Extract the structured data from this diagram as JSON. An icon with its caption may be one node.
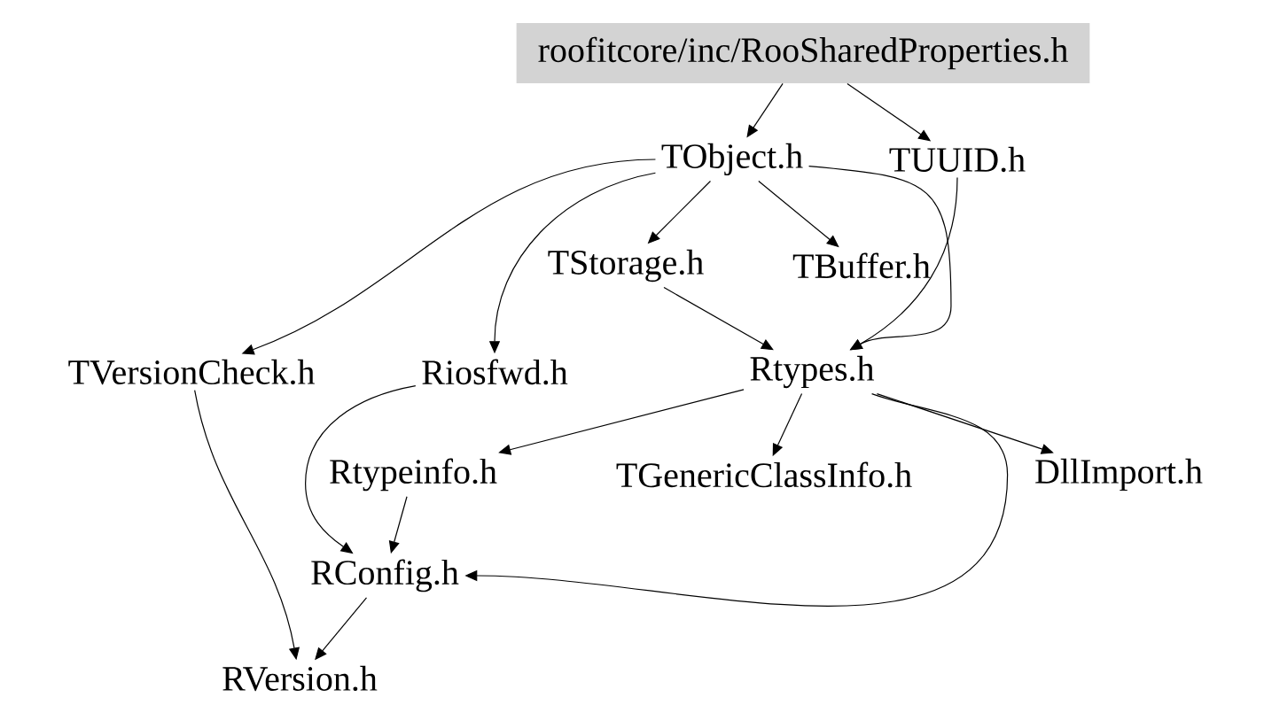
{
  "diagram": {
    "nodes": [
      {
        "text": [
          "roofitcore/inc/RooSharedProperties.h"
        ]
      },
      {
        "text": [
          "TObject.h"
        ]
      },
      {
        "text": [
          "TUUID.h"
        ]
      },
      {
        "text": [
          "TStorage.h"
        ]
      },
      {
        "text": [
          "TBuffer.h"
        ]
      },
      {
        "text": [
          "TVersionCheck.h"
        ]
      },
      {
        "text": [
          "Riosfwd.h"
        ]
      },
      {
        "text": [
          "Rtypes.h"
        ]
      },
      {
        "text": [
          "Rtypeinfo.h"
        ]
      },
      {
        "text": [
          "TGenericClassInfo.h"
        ]
      },
      {
        "text": [
          "DllImport.h"
        ]
      },
      {
        "text": [
          "RConfig.h"
        ]
      },
      {
        "text": [
          "RVersion.h"
        ]
      }
    ],
    "edges": [
      {
        "from": 0,
        "to": 1,
        "arrow": "to"
      },
      {
        "from": 0,
        "to": 2,
        "arrow": "to"
      },
      {
        "from": 1,
        "to": 3,
        "arrow": "to"
      },
      {
        "from": 1,
        "to": 4,
        "arrow": "to"
      },
      {
        "from": 1,
        "to": 5,
        "arrow": "to"
      },
      {
        "from": 1,
        "to": 6,
        "arrow": "to"
      },
      {
        "from": 1,
        "to": 7,
        "arrow": "to"
      },
      {
        "from": 2,
        "to": 7,
        "arrow": "to"
      },
      {
        "from": 3,
        "to": 7,
        "arrow": "to"
      },
      {
        "from": 7,
        "to": 8,
        "arrow": "to"
      },
      {
        "from": 7,
        "to": 9,
        "arrow": "to"
      },
      {
        "from": 7,
        "to": 10,
        "arrow": "to"
      },
      {
        "from": 7,
        "to": 11,
        "arrow": "to"
      },
      {
        "from": 6,
        "to": 11,
        "arrow": "to"
      },
      {
        "from": 8,
        "to": 11,
        "arrow": "to"
      },
      {
        "from": 5,
        "to": 12,
        "arrow": "to"
      },
      {
        "from": 11,
        "to": 12,
        "arrow": "to"
      }
    ]
  }
}
